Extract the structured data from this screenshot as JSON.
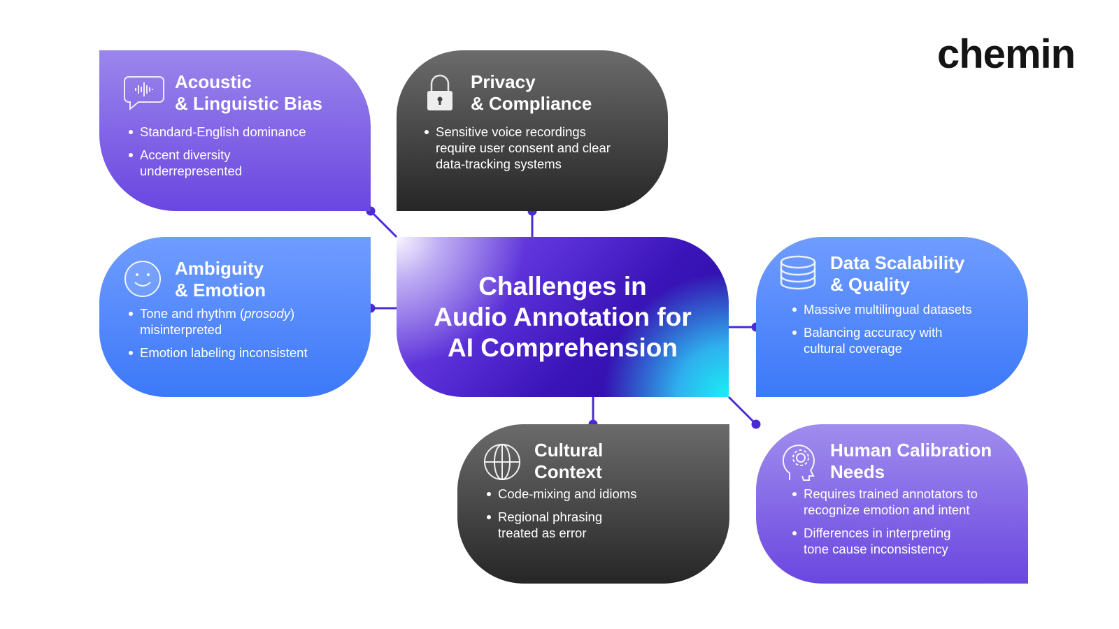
{
  "logo": {
    "text": "chemin"
  },
  "center": {
    "title_lines": [
      "Challenges in",
      "Audio Annotation for",
      "AI Comprehension"
    ]
  },
  "cards": {
    "acoustic": {
      "icon": "speech-bubble-waveform-icon",
      "title_lines": [
        "Acoustic",
        "& Linguistic Bias"
      ],
      "bullets": [
        [
          "Standard-English dominance"
        ],
        [
          "Accent diversity",
          "underrepresented"
        ]
      ]
    },
    "privacy": {
      "icon": "padlock-icon",
      "title_lines": [
        "Privacy",
        "& Compliance"
      ],
      "bullets": [
        [
          "Sensitive voice recordings",
          "require user consent and clear",
          "data-tracking systems"
        ]
      ]
    },
    "ambiguity": {
      "icon": "smiley-face-icon",
      "title_lines": [
        "Ambiguity",
        "& Emotion"
      ],
      "bullets": [
        [
          "Tone and rhythm (",
          "prosody",
          ")",
          "misinterpreted"
        ],
        [
          "Emotion labeling inconsistent"
        ]
      ]
    },
    "data": {
      "icon": "database-stack-icon",
      "title_lines": [
        "Data Scalability",
        "& Quality"
      ],
      "bullets": [
        [
          "Massive multilingual datasets"
        ],
        [
          "Balancing accuracy with",
          "cultural coverage"
        ]
      ]
    },
    "cultural": {
      "icon": "globe-icon",
      "title_lines": [
        "Cultural",
        "Context"
      ],
      "bullets": [
        [
          "Code-mixing and idioms"
        ],
        [
          "Regional phrasing",
          "treated as error"
        ]
      ]
    },
    "human": {
      "icon": "head-gear-icon",
      "title_lines": [
        "Human Calibration",
        "Needs"
      ],
      "bullets": [
        [
          "Requires trained annotators to",
          "recognize emotion and intent"
        ],
        [
          "Differences in interpreting",
          "tone cause inconsistency"
        ]
      ]
    }
  },
  "colors": {
    "connector": "#4a2bd6",
    "purple_card": "#6a46e0",
    "blue_card": "#3c78f8",
    "dark_card": "#262626"
  }
}
